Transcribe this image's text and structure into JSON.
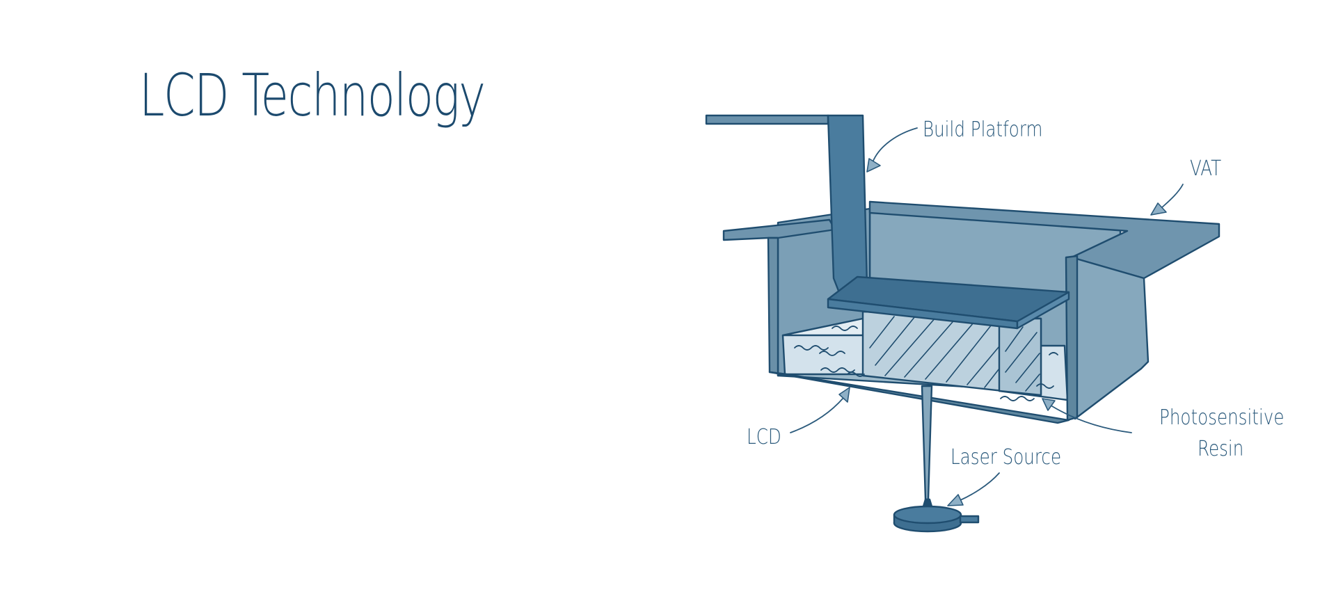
{
  "title": "LCD Technology",
  "labels": {
    "build_platform": "Build Platform",
    "vat": "VAT",
    "lcd": "LCD",
    "laser_source": "Laser Source",
    "resin_line1": "Photosensitive",
    "resin_line2": "Resin"
  },
  "colors": {
    "title": "#1c4a6e",
    "label": "#2b5a7c",
    "vat_wall": "#86a8bd",
    "vat_rim": "#6f95ae",
    "platform": "#4a7c9e",
    "platform_top": "#3e6f91",
    "resin": "#d3e2ec",
    "outline": "#1f4d6f",
    "background": "#ffffff"
  }
}
